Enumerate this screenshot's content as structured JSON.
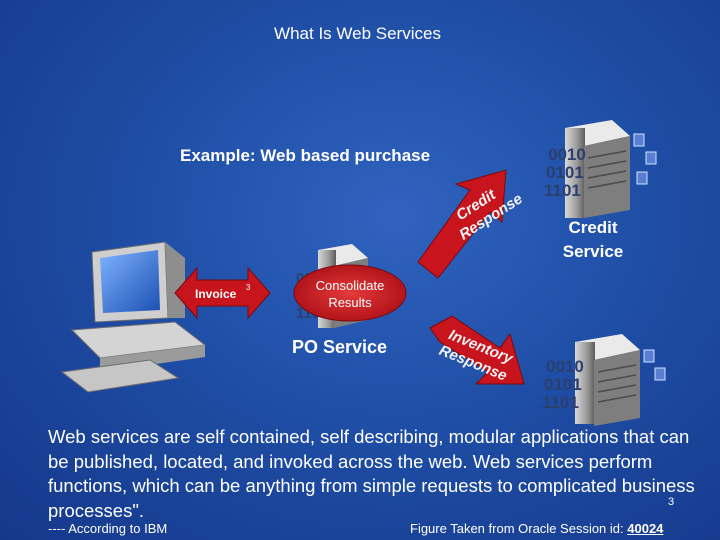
{
  "slide": {
    "title": "What Is Web Services",
    "example_heading": "Example: Web based purchase",
    "credit_service_line1": "Credit",
    "credit_service_line2": "Service",
    "po_service": "PO Service",
    "consolidate_line1": "Consolidate",
    "consolidate_line2": "Results",
    "invoice_label": "Invoice",
    "credit_response_line1": "Credit",
    "credit_response_line2": "Response",
    "inventory_response_line1": "Inventory",
    "inventory_response_line2": "Response",
    "binary_line1": "0010",
    "binary_line2": "0101",
    "binary_line3": "1101",
    "body_text": "Web services are self contained, self describing, modular applications that can be published, located, and invoked across the web. Web services perform functions, which can be anything from simple requests to complicated business processes\".",
    "page_number": "3",
    "attribution": "---- According to IBM",
    "figure_note_prefix": "Figure Taken from Oracle Session id: ",
    "figure_note_id": "40024"
  },
  "icons": [
    "desktop-computer-icon",
    "server-icon"
  ],
  "colors": {
    "background": "#1f4ea6",
    "arrow_red": "#c8141c",
    "text": "#ffffff"
  }
}
